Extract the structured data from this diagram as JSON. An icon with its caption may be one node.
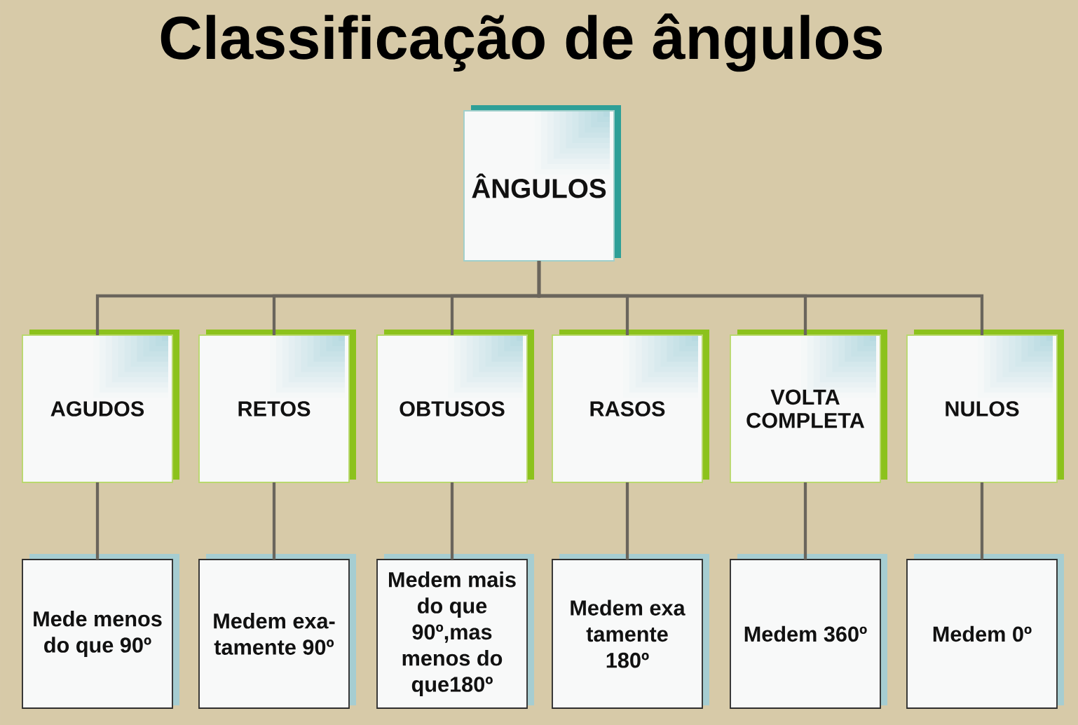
{
  "diagram": {
    "title": "Classificação de ângulos",
    "nodes": [
      {
        "text": [
          "ÂNGULOS"
        ]
      },
      {
        "text": [
          "AGUDOS"
        ]
      },
      {
        "text": [
          "RETOS"
        ]
      },
      {
        "text": [
          "OBTUSOS"
        ]
      },
      {
        "text": [
          "RASOS"
        ]
      },
      {
        "text": [
          "VOLTA COMPLETA"
        ]
      },
      {
        "text": [
          "NULOS"
        ]
      },
      {
        "text": [
          "Mede menos do que 90º"
        ]
      },
      {
        "text": [
          "Medem exa- tamente 90º"
        ]
      },
      {
        "text": [
          "Medem mais do que 90º,mas menos do que180º"
        ]
      },
      {
        "text": [
          "Medem exa tamente 180º"
        ]
      },
      {
        "text": [
          "Medem 360º"
        ]
      },
      {
        "text": [
          "Medem 0º"
        ]
      }
    ],
    "edges": [
      {
        "from": 0,
        "to": 1,
        "arrow": "none"
      },
      {
        "from": 0,
        "to": 2,
        "arrow": "none"
      },
      {
        "from": 0,
        "to": 3,
        "arrow": "none"
      },
      {
        "from": 0,
        "to": 4,
        "arrow": "none"
      },
      {
        "from": 0,
        "to": 5,
        "arrow": "none"
      },
      {
        "from": 0,
        "to": 6,
        "arrow": "none"
      },
      {
        "from": 1,
        "to": 7,
        "arrow": "none"
      },
      {
        "from": 2,
        "to": 8,
        "arrow": "none"
      },
      {
        "from": 3,
        "to": 9,
        "arrow": "none"
      },
      {
        "from": 4,
        "to": 10,
        "arrow": "none"
      },
      {
        "from": 5,
        "to": 11,
        "arrow": "none"
      },
      {
        "from": 6,
        "to": 12,
        "arrow": "none"
      }
    ]
  }
}
